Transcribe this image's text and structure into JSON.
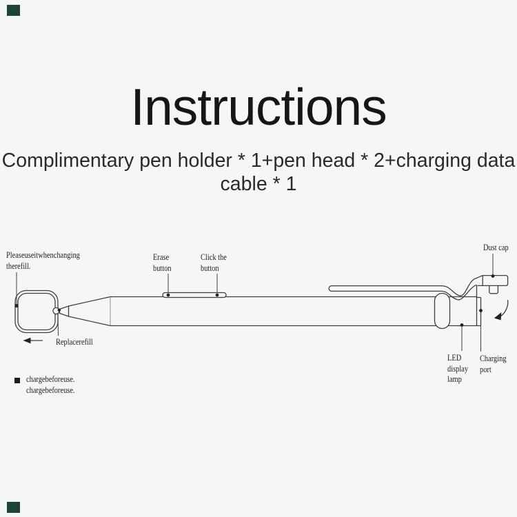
{
  "colors": {
    "background": "#f5f6f6",
    "title": "#161616",
    "subtitle": "#2a2a2a",
    "label": "#1f1f1f",
    "line": "#3e3e3e",
    "corner_mark": "#1f423a"
  },
  "header": {
    "title": "Instructions",
    "subtitle": "Complimentary pen holder * 1+pen head * 2+charging data cable * 1"
  },
  "diagram": {
    "labels": {
      "refill_note": "Pleaseuseitwhenchanging therefill.",
      "erase_button": "Erase button",
      "click_button": "Click the button",
      "dust_cap": "Dust cap",
      "replace_refill": "Replacerefill",
      "led_lamp": "LED display lamp",
      "charging_port": "Charging port",
      "charge_note_line1": "chargebeforeuse.",
      "charge_note_line2": "chargebeforeuse."
    },
    "icons": [
      "pull-out-arrow-icon",
      "rotate-cap-arrow-icon",
      "square-bullet-icon"
    ]
  }
}
